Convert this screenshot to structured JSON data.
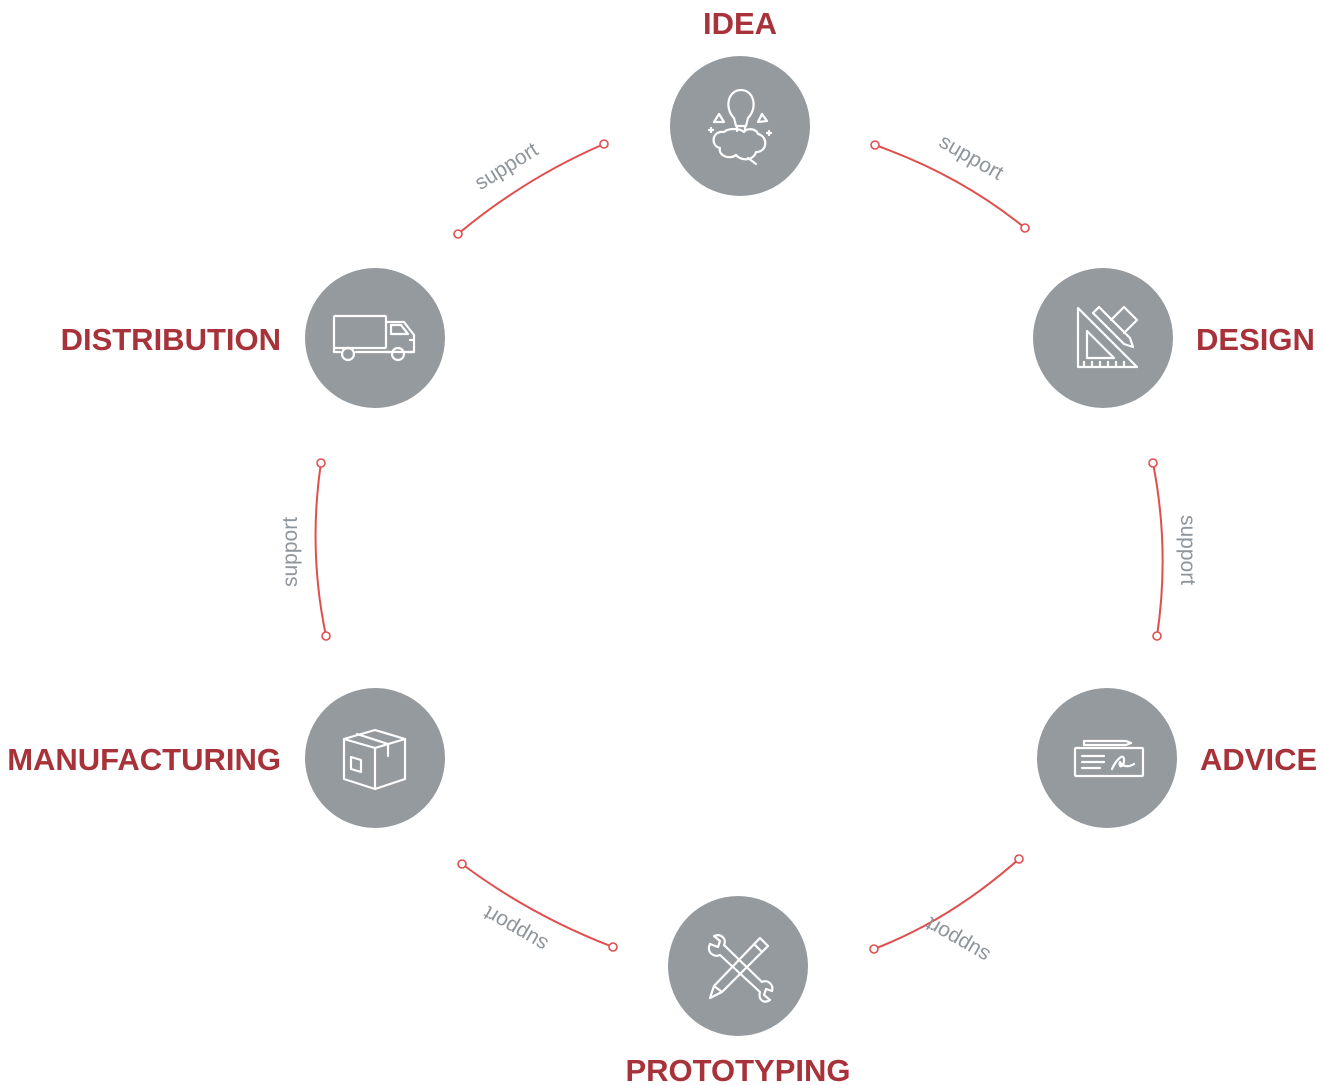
{
  "stages": [
    {
      "id": "idea",
      "label": "IDEA",
      "icon": "lightbulb-brain-icon"
    },
    {
      "id": "design",
      "label": "DESIGN",
      "icon": "ruler-pencil-icon"
    },
    {
      "id": "advice",
      "label": "ADVICE",
      "icon": "signed-document-icon"
    },
    {
      "id": "prototyping",
      "label": "PROTOTYPING",
      "icon": "wrench-pencil-icon"
    },
    {
      "id": "manufacturing",
      "label": "MANUFACTURING",
      "icon": "box-icon"
    },
    {
      "id": "distribution",
      "label": "DISTRIBUTION",
      "icon": "truck-icon"
    }
  ],
  "connectors": [
    {
      "label": "support"
    },
    {
      "label": "support"
    },
    {
      "label": "support"
    },
    {
      "label": "support"
    },
    {
      "label": "support"
    },
    {
      "label": "support"
    }
  ],
  "colors": {
    "label": "#a8323a",
    "circle": "#959a9f",
    "arc": "#e04e4e",
    "support_text": "#8e959b"
  }
}
